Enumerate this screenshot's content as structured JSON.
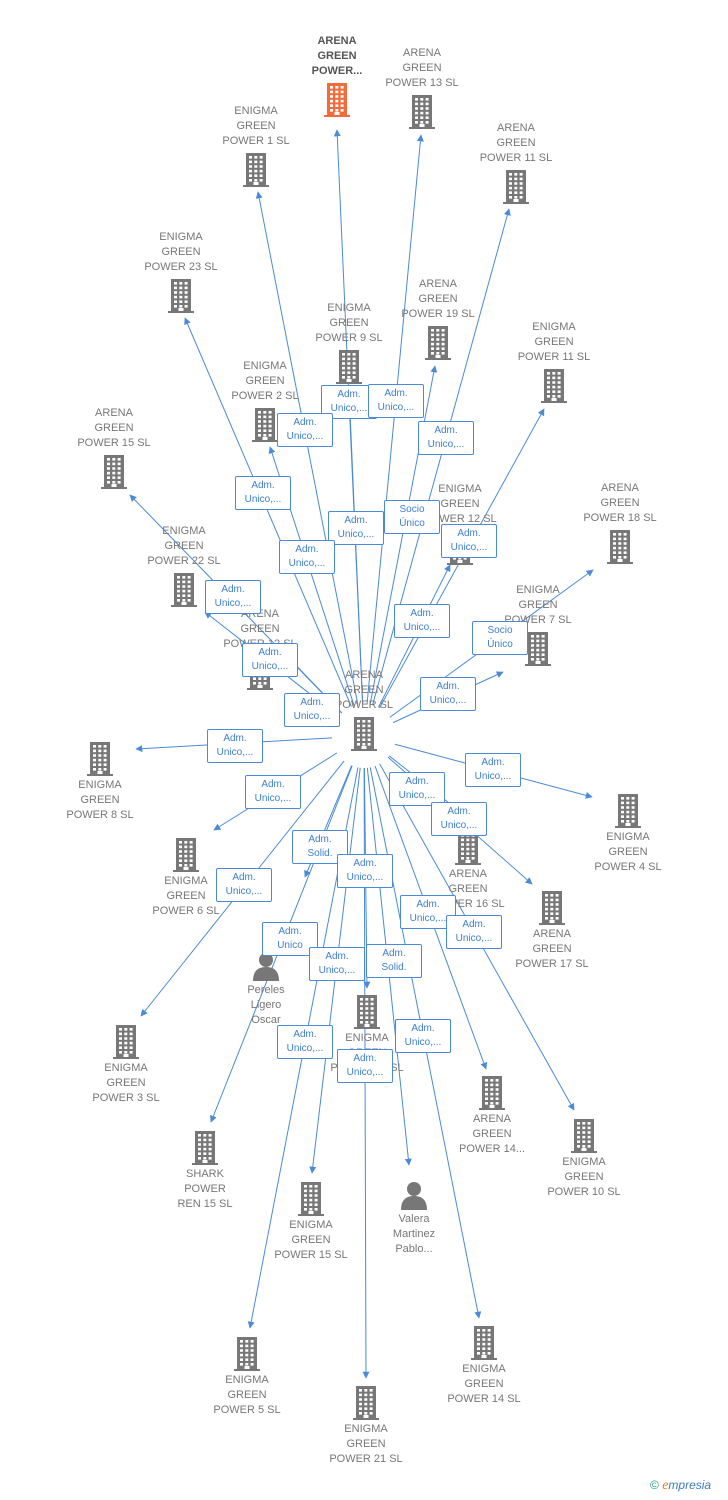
{
  "center": {
    "label": "ARENA\nGREEN\nPOWER  SL"
  },
  "nodes": [
    {
      "id": "n01",
      "label": "ARENA\nGREEN\nPOWER...",
      "type": "company",
      "highlight": true
    },
    {
      "id": "n02",
      "label": "ARENA\nGREEN\nPOWER 13  SL",
      "type": "company"
    },
    {
      "id": "n03",
      "label": "ENIGMA\nGREEN\nPOWER 1  SL",
      "type": "company"
    },
    {
      "id": "n04",
      "label": "ARENA\nGREEN\nPOWER 11  SL",
      "type": "company"
    },
    {
      "id": "n05",
      "label": "ENIGMA\nGREEN\nPOWER 23  SL",
      "type": "company"
    },
    {
      "id": "n06",
      "label": "ARENA\nGREEN\nPOWER 19  SL",
      "type": "company"
    },
    {
      "id": "n07",
      "label": "ENIGMA\nGREEN\nPOWER 9  SL",
      "type": "company"
    },
    {
      "id": "n08",
      "label": "ENIGMA\nGREEN\nPOWER 11  SL",
      "type": "company"
    },
    {
      "id": "n09",
      "label": "ENIGMA\nGREEN\nPOWER 2  SL",
      "type": "company"
    },
    {
      "id": "n10",
      "label": "ARENA\nGREEN\nPOWER 15  SL",
      "type": "company"
    },
    {
      "id": "n11",
      "label": "ENIGMA\nGREEN\nPOWER 12  SL",
      "type": "company"
    },
    {
      "id": "n12",
      "label": "ARENA\nGREEN\nPOWER 18  SL",
      "type": "company"
    },
    {
      "id": "n13",
      "label": "ENIGMA\nGREEN\nPOWER 22  SL",
      "type": "company"
    },
    {
      "id": "n14",
      "label": "ENIGMA\nGREEN\nPOWER 7  SL",
      "type": "company"
    },
    {
      "id": "n15",
      "label": "ARENA\nGREEN\nPOWER 12  SL",
      "type": "company"
    },
    {
      "id": "n16",
      "label": "ENIGMA\nGREEN\nPOWER 8  SL",
      "type": "company"
    },
    {
      "id": "n17",
      "label": "ENIGMA\nGREEN\nPOWER 4  SL",
      "type": "company"
    },
    {
      "id": "n18",
      "label": "ENIGMA\nGREEN\nPOWER 6  SL",
      "type": "company"
    },
    {
      "id": "n19",
      "label": "ARENA\nGREEN\nPOWER 16  SL",
      "type": "company"
    },
    {
      "id": "n20",
      "label": "ARENA\nGREEN\nPOWER 17  SL",
      "type": "company"
    },
    {
      "id": "n21",
      "label": "Pereles\nLigero\nOscar",
      "type": "person"
    },
    {
      "id": "n22",
      "label": "ENIGMA\nGREEN\nPOWER 3  SL",
      "type": "company"
    },
    {
      "id": "n23",
      "label": "ENIGMA\nGREEN\nPOWER 20  SL",
      "type": "company"
    },
    {
      "id": "n24",
      "label": "ARENA\nGREEN\nPOWER 14...",
      "type": "company"
    },
    {
      "id": "n25",
      "label": "ENIGMA\nGREEN\nPOWER 10  SL",
      "type": "company"
    },
    {
      "id": "n26",
      "label": "SHARK\nPOWER\nREN 15  SL",
      "type": "company"
    },
    {
      "id": "n27",
      "label": "ENIGMA\nGREEN\nPOWER 15  SL",
      "type": "company"
    },
    {
      "id": "n28",
      "label": "Valera\nMartinez\nPablo...",
      "type": "person"
    },
    {
      "id": "n29",
      "label": "ENIGMA\nGREEN\nPOWER 5  SL",
      "type": "company"
    },
    {
      "id": "n30",
      "label": "ENIGMA\nGREEN\nPOWER 14  SL",
      "type": "company"
    },
    {
      "id": "n31",
      "label": "ENIGMA\nGREEN\nPOWER 21  SL",
      "type": "company"
    }
  ],
  "edges": [
    {
      "to": "n01",
      "label": "Adm.\nUnico,..."
    },
    {
      "to": "n02",
      "label": "Adm.\nUnico,..."
    },
    {
      "to": "n03",
      "label": "Adm.\nUnico,..."
    },
    {
      "to": "n04",
      "label": "Adm.\nUnico,..."
    },
    {
      "to": "n05",
      "label": "Adm.\nUnico,..."
    },
    {
      "to": "n06",
      "label": "Socio\nÚnico"
    },
    {
      "to": "n07",
      "label": "Adm.\nUnico,..."
    },
    {
      "to": "n08",
      "label": "Adm.\nUnico,..."
    },
    {
      "to": "n09",
      "label": "Adm.\nUnico,..."
    },
    {
      "to": "n10",
      "label": "Adm.\nUnico,..."
    },
    {
      "to": "n11",
      "label": "Adm.\nUnico,..."
    },
    {
      "to": "n12",
      "label": "Socio\nÚnico"
    },
    {
      "to": "n13",
      "label": "Adm.\nUnico,..."
    },
    {
      "to": "n14",
      "label": "Adm.\nUnico,..."
    },
    {
      "to": "n15",
      "label": "Adm.\nUnico,..."
    },
    {
      "to": "n16",
      "label": "Adm.\nUnico,..."
    },
    {
      "to": "n17",
      "label": "Adm.\nUnico,..."
    },
    {
      "to": "n18",
      "label": "Adm.\nUnico,..."
    },
    {
      "to": "n19",
      "label": "Adm.\nUnico,..."
    },
    {
      "to": "n20",
      "label": "Adm.\nUnico,..."
    },
    {
      "to": "n21",
      "label": "Adm.\nSolid."
    },
    {
      "to": "n22",
      "label": "Adm.\nUnico,..."
    },
    {
      "to": "n23",
      "label": "Adm.\nUnico,..."
    },
    {
      "to": "n24",
      "label": "Adm.\nUnico,..."
    },
    {
      "to": "n25",
      "label": "Adm.\nUnico,..."
    },
    {
      "to": "n26",
      "label": "Adm.\nUnico"
    },
    {
      "to": "n27",
      "label": "Adm.\nUnico,..."
    },
    {
      "to": "n28",
      "label": "Adm.\nSolid."
    },
    {
      "to": "n29",
      "label": "Adm.\nUnico,..."
    },
    {
      "to": "n30",
      "label": "Adm.\nUnico,..."
    },
    {
      "to": "n31",
      "label": "Adm.\nUnico,..."
    }
  ],
  "colors": {
    "edge": "#4a8ad6",
    "icon": "#777777",
    "highlight": "#f26b3a",
    "label": "#777777"
  },
  "brand": {
    "copyright": "©",
    "initial": "e",
    "rest": "mpresia"
  }
}
